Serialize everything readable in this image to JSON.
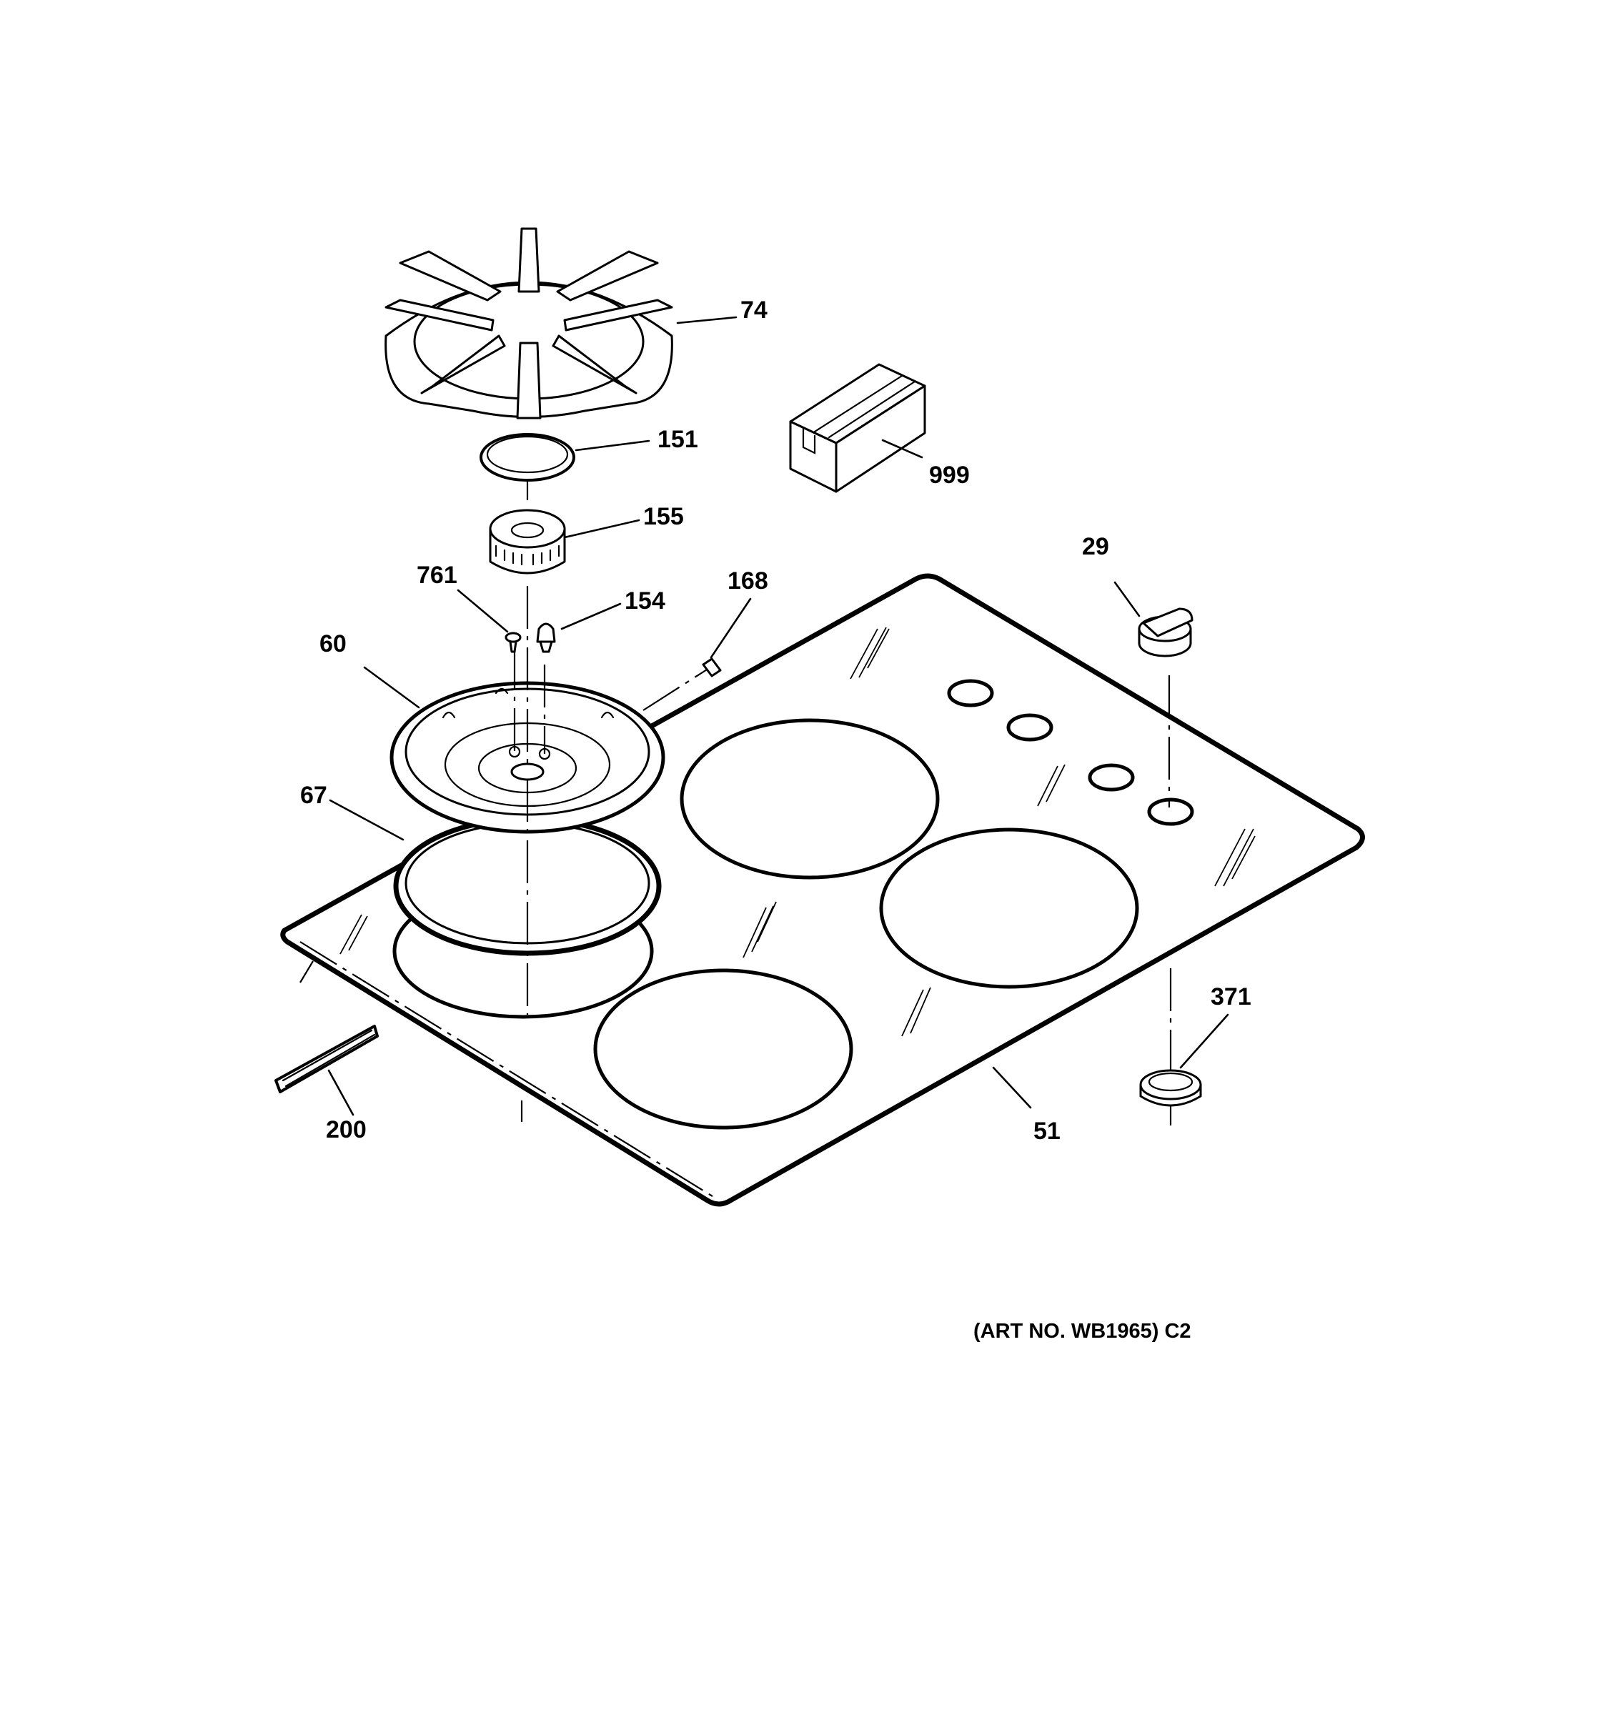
{
  "callouts": {
    "p74": "74",
    "p151": "151",
    "p155": "155",
    "p999": "999",
    "p29": "29",
    "p761": "761",
    "p154": "154",
    "p168": "168",
    "p60": "60",
    "p67": "67",
    "p371": "371",
    "p200": "200",
    "p51": "51"
  },
  "art_number": "(ART NO. WB1965) C2"
}
